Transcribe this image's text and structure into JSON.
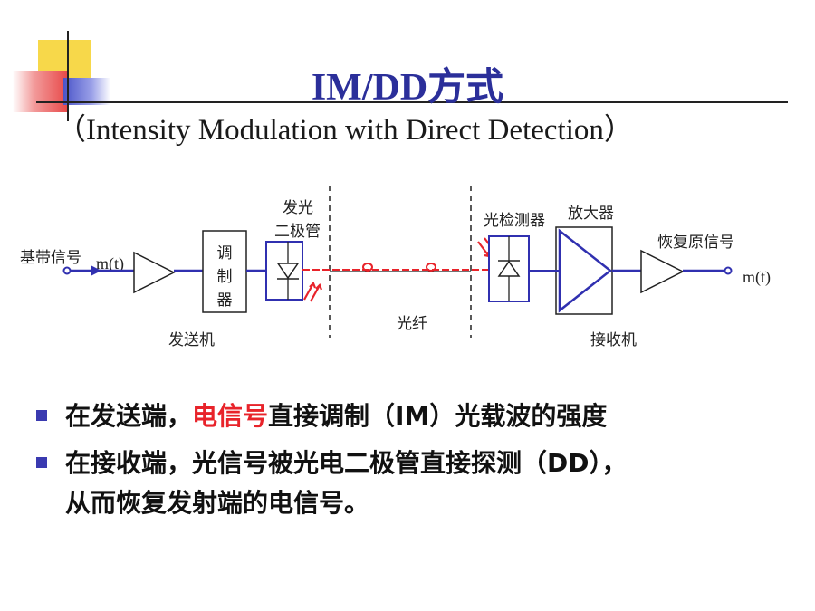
{
  "slide": {
    "title": "IM/DD方式",
    "subtitle": "（Intensity Modulation with Direct Detection）"
  },
  "diagram": {
    "input_label": "基带信号",
    "input_signal": "m(t)",
    "modulator": [
      "调",
      "制",
      "器"
    ],
    "emitter_label": [
      "发光",
      "二极管"
    ],
    "transmitter_label": "发送机",
    "fiber_label": "光纤",
    "detector_label": "光检测器",
    "amplifier_label": "放大器",
    "output_label": "恢复原信号",
    "output_signal": "m(t)",
    "receiver_label": "接收机"
  },
  "bullets": {
    "b1_pre": "在发送端，",
    "b1_red": "电信号",
    "b1_post": "直接调制（IM）光载波的强度",
    "b2_line1": "在接收端，光信号被光电二极管直接探测（DD），",
    "b2_line2": "从而恢复发射端的电信号。"
  },
  "colors": {
    "title": "#2b2f9a",
    "diagram_blue": "#3030b0",
    "accent_red": "#e8232a",
    "bullet_marker": "#3a3ab0"
  }
}
